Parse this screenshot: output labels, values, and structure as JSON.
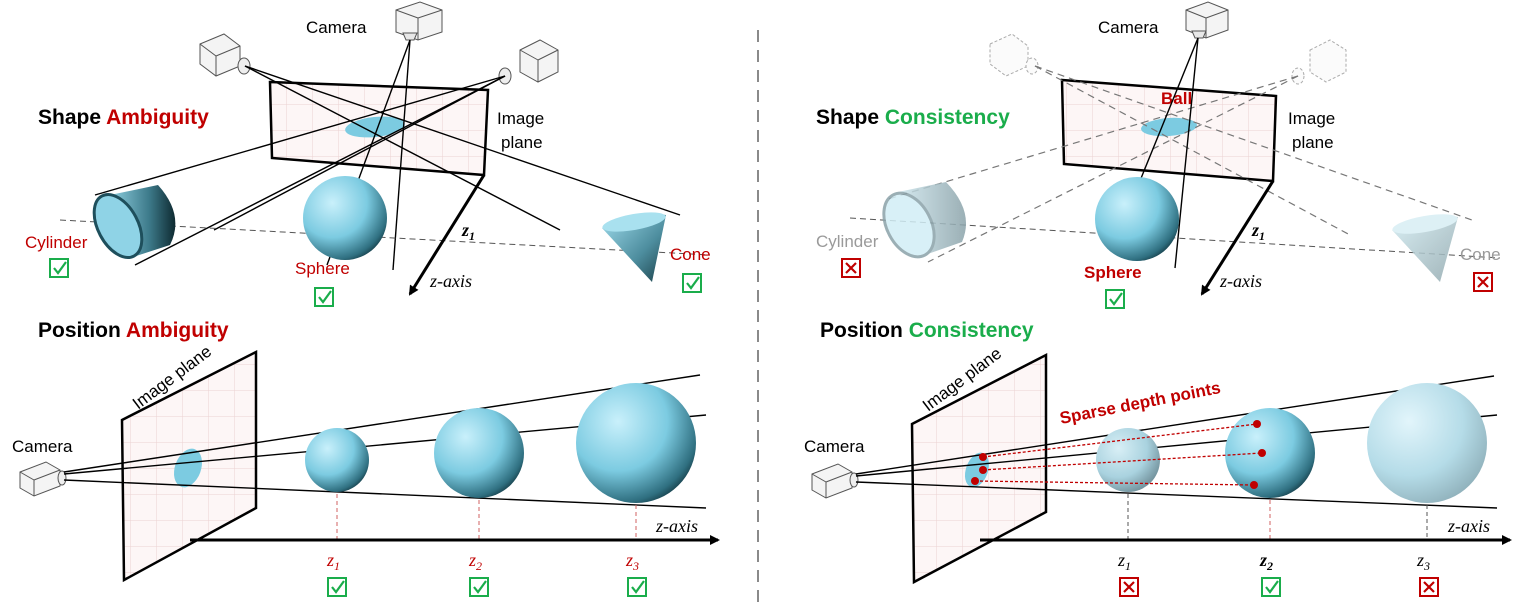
{
  "colors": {
    "red": "#c00000",
    "green": "#1aad4b",
    "sphere_light": "#bfeaf7",
    "sphere_mid": "#7ccbe1",
    "sphere_dark": "#1e4f5c",
    "grid": "#e0c2c2",
    "faded": "#9a9a9a"
  },
  "left_panel": {
    "shape_title": {
      "prefix": "Shape",
      "highlight": "Ambiguity"
    },
    "position_title": {
      "prefix": "Position",
      "highlight": "Ambiguity"
    },
    "camera_top": "Camera",
    "image_plane_line1": "Image",
    "image_plane_line2": "plane",
    "z1_label": "z",
    "z1_sub": "1",
    "z_axis_top": "z-axis",
    "cylinder": {
      "label": "Cylinder",
      "mark": "check"
    },
    "sphere": {
      "label": "Sphere",
      "mark": "check"
    },
    "cone": {
      "label": "Cone",
      "mark": "check"
    },
    "camera_bottom": "Camera",
    "image_plane_bottom": "Image plane",
    "z_axis_bottom": "z-axis",
    "depths": [
      {
        "z": "z",
        "sub": "1",
        "mark": "check"
      },
      {
        "z": "z",
        "sub": "2",
        "mark": "check"
      },
      {
        "z": "z",
        "sub": "3",
        "mark": "check"
      }
    ]
  },
  "right_panel": {
    "shape_title": {
      "prefix": "Shape",
      "highlight": "Consistency"
    },
    "position_title": {
      "prefix": "Position",
      "highlight": "Consistency"
    },
    "camera_top": "Camera",
    "image_plane_line1": "Image",
    "image_plane_line2": "plane",
    "ball_label": "Ball",
    "z1_label": "z",
    "z1_sub": "1",
    "z_axis_top": "z-axis",
    "cylinder": {
      "label": "Cylinder",
      "mark": "cross"
    },
    "sphere": {
      "label": "Sphere",
      "mark": "check"
    },
    "cone": {
      "label": "Cone",
      "mark": "cross"
    },
    "camera_bottom": "Camera",
    "image_plane_bottom": "Image plane",
    "sparse_label": "Sparse depth points",
    "z_axis_bottom": "z-axis",
    "depths": [
      {
        "z": "z",
        "sub": "1",
        "mark": "cross"
      },
      {
        "z": "z",
        "sub": "2",
        "mark": "check"
      },
      {
        "z": "z",
        "sub": "3",
        "mark": "cross"
      }
    ]
  }
}
